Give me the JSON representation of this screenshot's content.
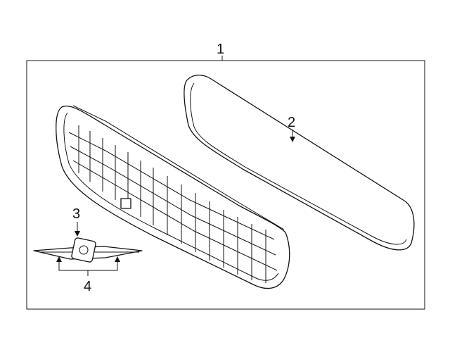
{
  "callouts": {
    "c1": "1",
    "c2": "2",
    "c3": "3",
    "c4": "4"
  },
  "parts": [
    {
      "ref": "1",
      "name": "grille-assembly"
    },
    {
      "ref": "2",
      "name": "grille-insert-panel"
    },
    {
      "ref": "3",
      "name": "emblem"
    },
    {
      "ref": "4",
      "name": "emblem-bracket-pins"
    }
  ],
  "colors": {
    "line": "#111111",
    "background": "#ffffff"
  }
}
